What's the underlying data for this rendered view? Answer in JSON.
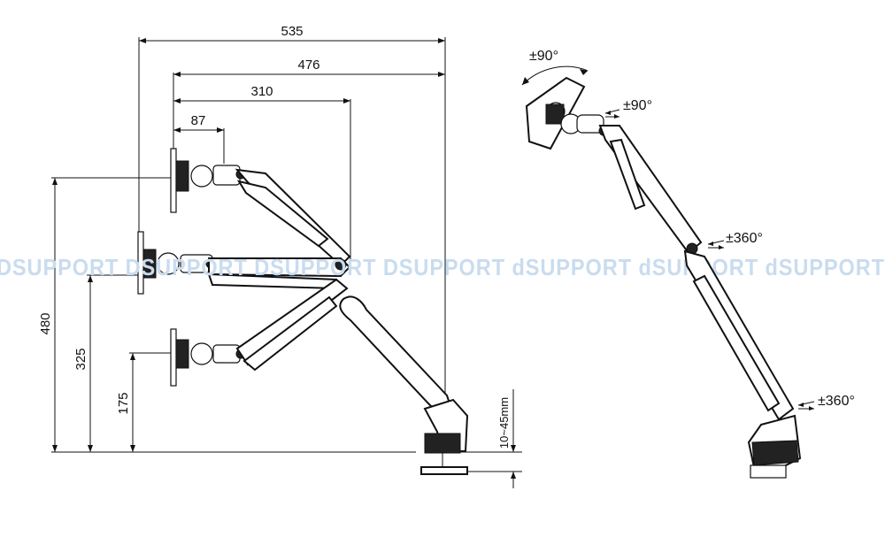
{
  "watermark": {
    "text": "DSUPPORT DSUPPORT DSUPPORT DSUPPORT dSUPPORT dSUPPORT dSUPPORT"
  },
  "dimensions": {
    "width_outer": "535",
    "width_476": "476",
    "width_310": "310",
    "width_87": "87",
    "height_480": "480",
    "height_325": "325",
    "height_175": "175",
    "desk_thickness": "10~45mm"
  },
  "rotations": {
    "tilt": "±90°",
    "swivel": "±90°",
    "elbow": "±360°",
    "base": "±360°"
  },
  "colors": {
    "line": "#111111",
    "watermark": "#c9dcef"
  }
}
